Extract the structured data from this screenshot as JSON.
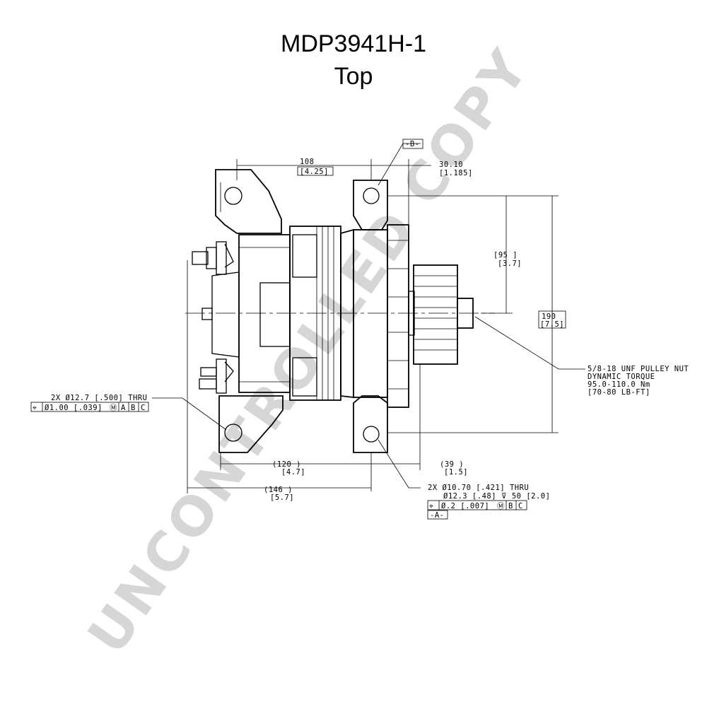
{
  "title": {
    "part_number": "MDP3941H-1",
    "view": "Top"
  },
  "watermark": "UNCONTROLLED COPY",
  "datums": {
    "b": "-B-",
    "a": "-A-"
  },
  "dimensions": {
    "top_width_mm": "108",
    "top_width_in": "[4.25]",
    "offset_mm": "30.10",
    "offset_in": "[1.185]",
    "half_height_mm": "[95    ]",
    "half_height_in": "[3.7]",
    "height_mm": "190",
    "height_in": "[7.5]",
    "width_120_mm": "(120    )",
    "width_120_in": "[4.7]",
    "width_39_mm": "(39    )",
    "width_39_in": "[1.5]",
    "width_146_mm": "(146    )",
    "width_146_in": "[5.7]"
  },
  "callouts": {
    "left_hole_line1": "2X Ø12.7 [.500] THRU",
    "left_hole_fcf": "Ø1.00 [.039]",
    "right_hole_line1": "2X Ø10.70 [.421] THRU",
    "right_hole_line2": "Ø12.3 [.48] ⊽ 50 [2.0]",
    "right_hole_fcf": "Ø.2 [.007]",
    "pulley_nut_line1": "5/8-18 UNF PULLEY NUT",
    "pulley_nut_line2": "DYNAMIC TORQUE",
    "pulley_nut_line3": "95.0-110.0 Nm",
    "pulley_nut_line4": "[70-80 LB-FT]"
  },
  "fcf": {
    "position_symbol": "⌖",
    "mmc_symbol": "Ⓜ",
    "datum_a": "A",
    "datum_b": "B",
    "datum_c": "C"
  }
}
